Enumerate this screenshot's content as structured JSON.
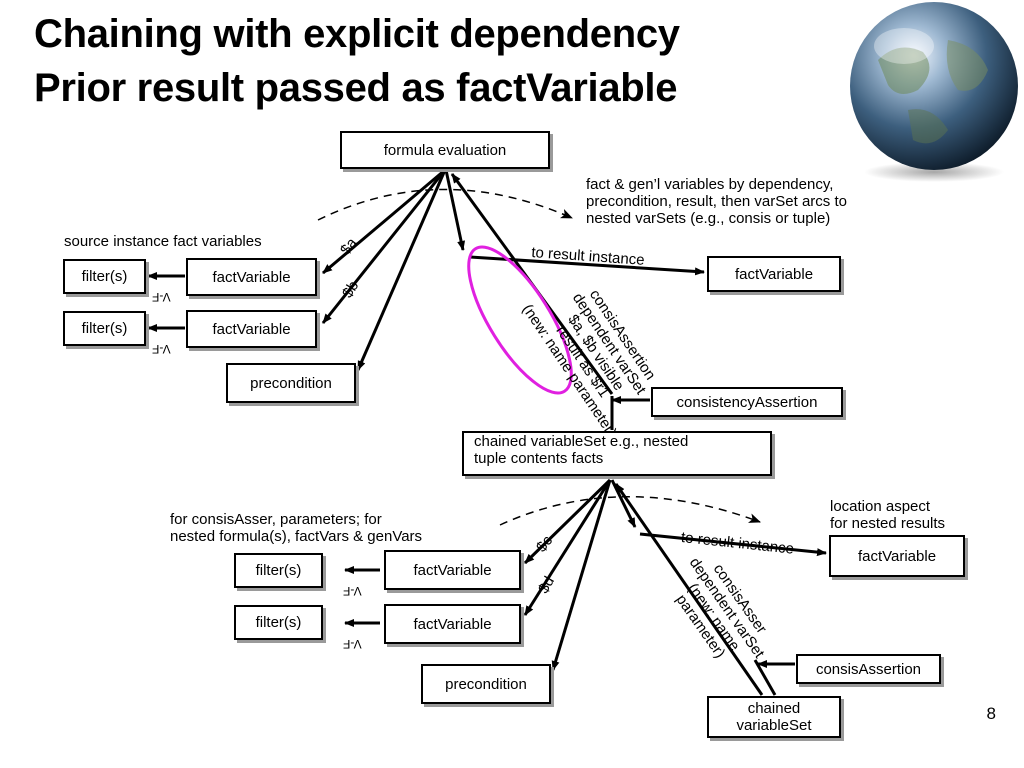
{
  "title": {
    "line1": "Chaining with explicit dependency",
    "line2": "Prior result passed as factVariable"
  },
  "top": {
    "formula_evaluation": "formula evaluation",
    "note_dependency": [
      "fact & gen’l variables by dependency,",
      "precondition, result, then varSet arcs to",
      "nested varSets (e.g., consis or tuple)"
    ],
    "source_label": "source instance fact variables",
    "filter1": "filter(s)",
    "filter2": "filter(s)",
    "factvar1": "factVariable",
    "factvar2": "factVariable",
    "vf1": "V-F",
    "vf2": "V-F",
    "precondition": "precondition",
    "arc_a": "$a",
    "arc_b": "$b",
    "to_result": "to result instance",
    "result_factvar": "factVariable",
    "consis_label": [
      "consisAssertion",
      "dependent varSet",
      "$a, $b visible",
      "result as $r1",
      "(new: name parameter)"
    ],
    "consistency_assertion": "consistencyAssertion"
  },
  "middle": {
    "chained_varset": [
      "chained variableSet e.g., nested",
      "tuple contents facts"
    ]
  },
  "bottom": {
    "params_note": [
      "for consisAsser, parameters; for",
      "nested formula(s), factVars & genVars"
    ],
    "location_note": [
      "location aspect",
      "for nested results"
    ],
    "filter1": "filter(s)",
    "filter2": "filter(s)",
    "factvar1": "factVariable",
    "factvar2": "factVariable",
    "vf1": "V-F",
    "vf2": "V-F",
    "precondition": "precondition",
    "arc_c": "$c",
    "arc_d": "$d",
    "to_result": "to result instance",
    "result_factvar": "factVariable",
    "consis_label": [
      "consisAsser",
      "dependent varSet",
      "(new: name",
      "parameter)"
    ],
    "consis_assertion": "consisAssertion",
    "chained_varset": [
      "chained",
      "variableSet"
    ]
  },
  "page_number": "8"
}
